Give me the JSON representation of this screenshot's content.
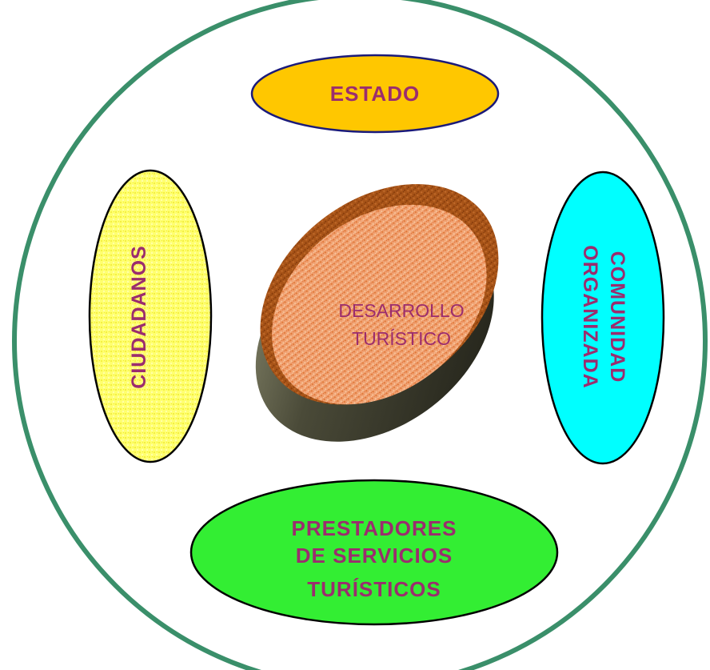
{
  "diagram": {
    "center": {
      "line1": "DESARROLLO",
      "line2": "TURÍSTICO"
    },
    "top": {
      "label": "ESTADO"
    },
    "left": {
      "label": "CIUDADANOS"
    },
    "right": {
      "line1": "COMUNIDAD",
      "line2": "ORGANIZADA"
    },
    "bottom": {
      "line1": "PRESTADORES",
      "line2": "DE SERVICIOS",
      "line3": "TURÍSTICOS"
    }
  },
  "colors": {
    "outer_ring": "#3a8f6a",
    "estado_fill": "#ffc700",
    "ciudadanos_fill": "#ffff66",
    "comunidad_fill": "#00ffff",
    "prestadores_fill": "#33ee33",
    "disc_top": "#f0a070",
    "disc_rim": "#a04810",
    "disc_side": "#3a3a2a",
    "text": "#9b2d6e"
  }
}
